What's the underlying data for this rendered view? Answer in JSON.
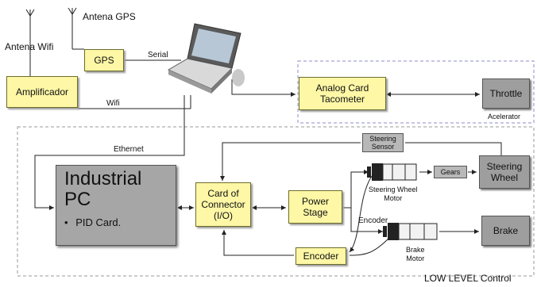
{
  "labels": {
    "antena_wifi": "Antena Wifi",
    "antena_gps": "Antena GPS",
    "serial": "Serial",
    "wifi": "Wifi",
    "ethernet": "Ethernet",
    "acelerator": "Acelerator",
    "encoder_line": "Encoder",
    "steering_wheel_motor": "Steering Wheel\nMotor",
    "brake_motor": "Brake\nMotor",
    "low_level_control": "LOW LEVEL Control"
  },
  "boxes": {
    "gps": "GPS",
    "amplificador": "Amplificador",
    "analog_card": "Analog Card\nTacometer",
    "throttle": "Throttle",
    "steering_sensor": "Steering\nSensor",
    "gears": "Gears",
    "steering_wheel": "Steering\nWheel",
    "card_connector": "Card of\nConnector\n(I/O)",
    "power_stage": "Power\nStage",
    "brake": "Brake",
    "encoder": "Encoder"
  },
  "industrial_pc": {
    "title": "Industrial\nPC",
    "bullet": "PID Card."
  },
  "colors": {
    "yellow_box": "#fdf7a6",
    "gray_box": "#9e9e9e",
    "dashed_border": "#8c8cc8"
  }
}
